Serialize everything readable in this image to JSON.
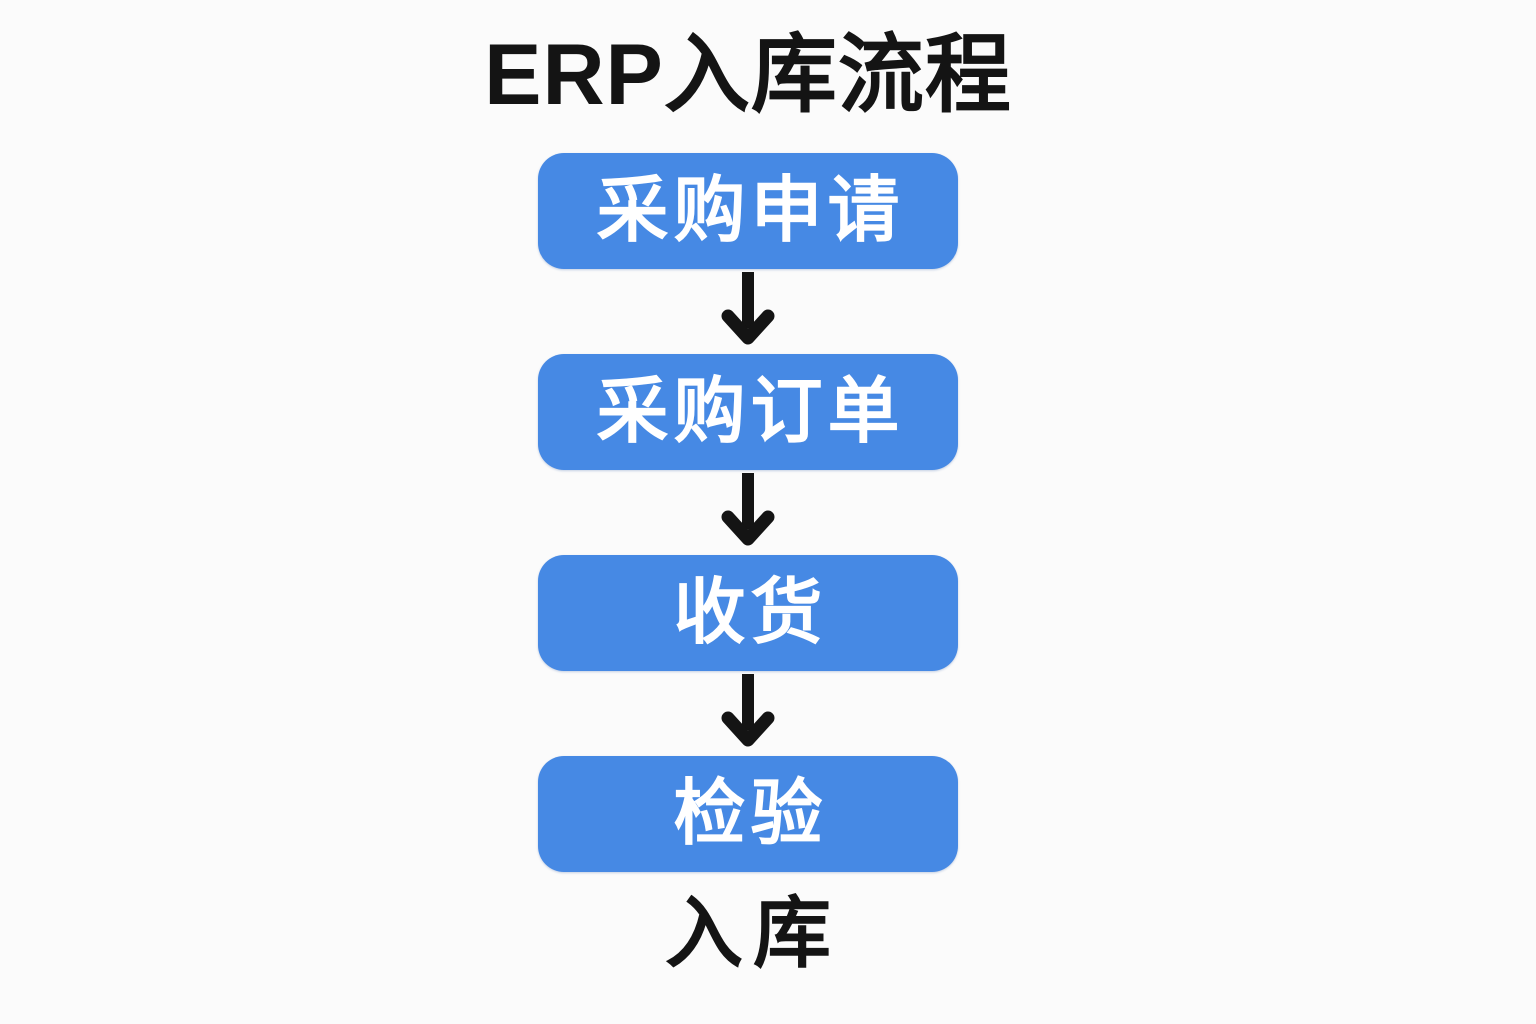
{
  "title": "ERP入库流程",
  "flow": {
    "steps": [
      {
        "label": "采购申请"
      },
      {
        "label": "采购订单"
      },
      {
        "label": "收货"
      },
      {
        "label": "检验"
      }
    ],
    "final_label": "入库"
  },
  "icons": {
    "connector": "down-arrow-icon"
  },
  "colors": {
    "background": "#FBFBFB",
    "box_fill": "#4689E4",
    "box_text": "#FFFFFF",
    "title_text": "#141414",
    "arrow": "#141414"
  },
  "chart_data": {
    "type": "flowchart",
    "title": "ERP入库流程",
    "direction": "top-to-bottom",
    "nodes": [
      "采购申请",
      "采购订单",
      "收货",
      "检验",
      "入库"
    ],
    "edges": [
      [
        "采购申请",
        "采购订单"
      ],
      [
        "采购订单",
        "收货"
      ],
      [
        "收货",
        "检验"
      ]
    ]
  }
}
